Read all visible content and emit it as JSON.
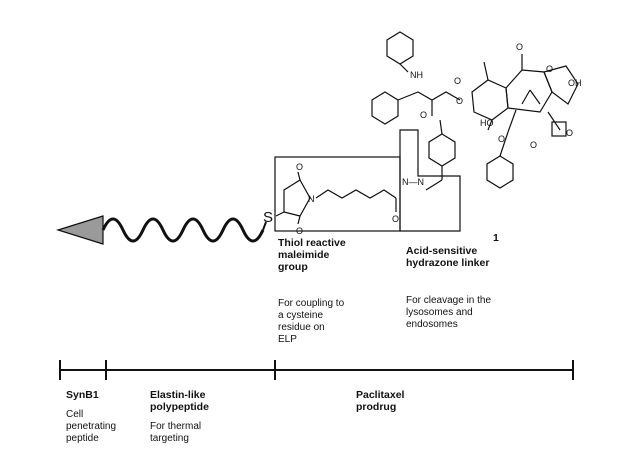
{
  "labels": {
    "thiol": "Thiol reactive maleimide group",
    "thiol_desc": "For coupling to a cysteine residue on ELP",
    "acid": "Acid-sensitive hydrazone linker",
    "acid_desc": "For cleavage in the lysosomes and endosomes",
    "compound_number": "1"
  },
  "atoms": {
    "sulfur": "S",
    "nitrogen": "N",
    "oxygen": "O",
    "nh": "NH",
    "hydrazone": "N—N",
    "hydroxyl": "OH",
    "ho": "HO"
  },
  "segments": [
    {
      "name": "SynB1",
      "description": "Cell penetrating peptide"
    },
    {
      "name": "Elastin-like polypeptide",
      "description": "For thermal targeting"
    },
    {
      "name": "Paclitaxel prodrug",
      "description": ""
    }
  ],
  "colors": {
    "arrowhead": "#9a9a9a",
    "line": "#111111"
  }
}
